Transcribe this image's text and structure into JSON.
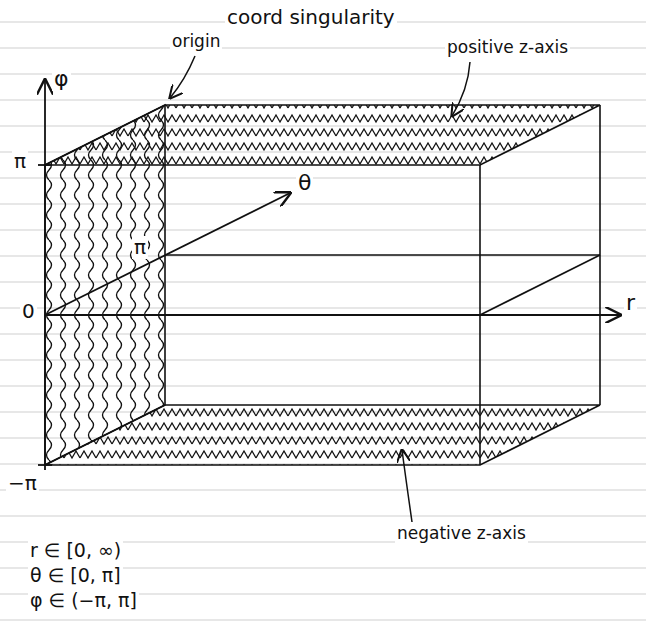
{
  "diagram": {
    "labels": [
      "coord singularity",
      "origin",
      "positive z-axis",
      "φ",
      "π",
      "θ",
      "π",
      "0",
      "r",
      "−π",
      "negative z-axis",
      "r ∈ [0, ∞)",
      "θ ∈ [0, π]",
      "φ ∈ (−π, π]"
    ]
  }
}
